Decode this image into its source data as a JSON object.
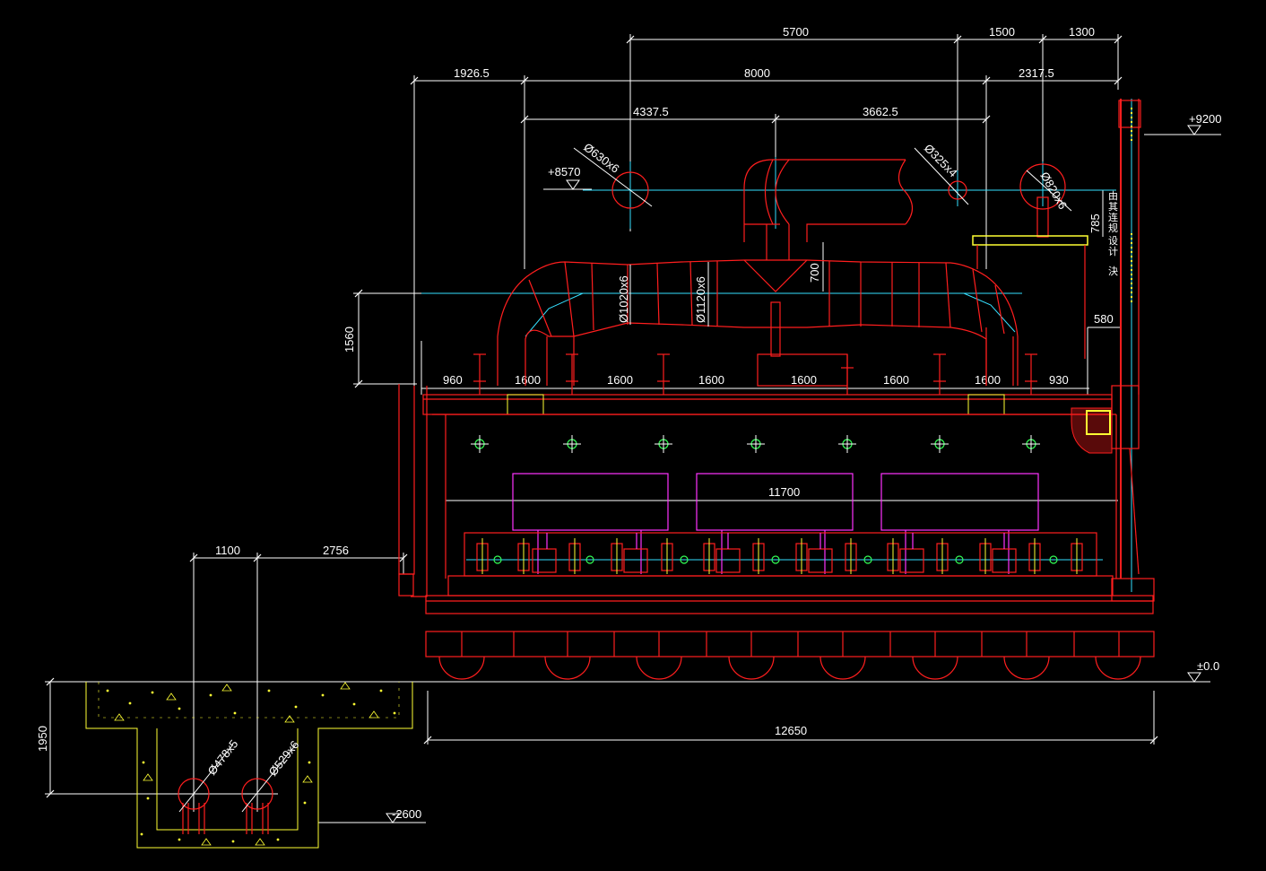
{
  "dimensions": {
    "top": [
      "5700",
      "1500",
      "1300"
    ],
    "second": [
      "1926.5",
      "8000",
      "2317.5"
    ],
    "third": [
      "4337.5",
      "3662.5"
    ],
    "spacing": [
      "960",
      "1600",
      "1600",
      "1600",
      "1600",
      "1600",
      "1600",
      "930"
    ],
    "left_height": "1560",
    "right_785": "785",
    "right_580": "580",
    "duct_700": "700",
    "span_11700": "11700",
    "total_12650": "12650",
    "pit_1100": "1100",
    "pit_2756": "2756",
    "pit_1950": "1950"
  },
  "pipes": {
    "p630": "Ø630x6",
    "p325": "Ø325x4",
    "p820": "Ø820x6",
    "p1020": "Ø1020x6",
    "p1120": "Ø1120x6",
    "p478": "Ø478x5",
    "p529": "Ø529x6"
  },
  "elevations": {
    "e9200": "+9200",
    "e8570": "+8570",
    "e0": "±0.0",
    "em2600": "-2600"
  },
  "vertical_note": [
    "由",
    "其",
    "连",
    "规",
    "设",
    "计",
    "決"
  ]
}
